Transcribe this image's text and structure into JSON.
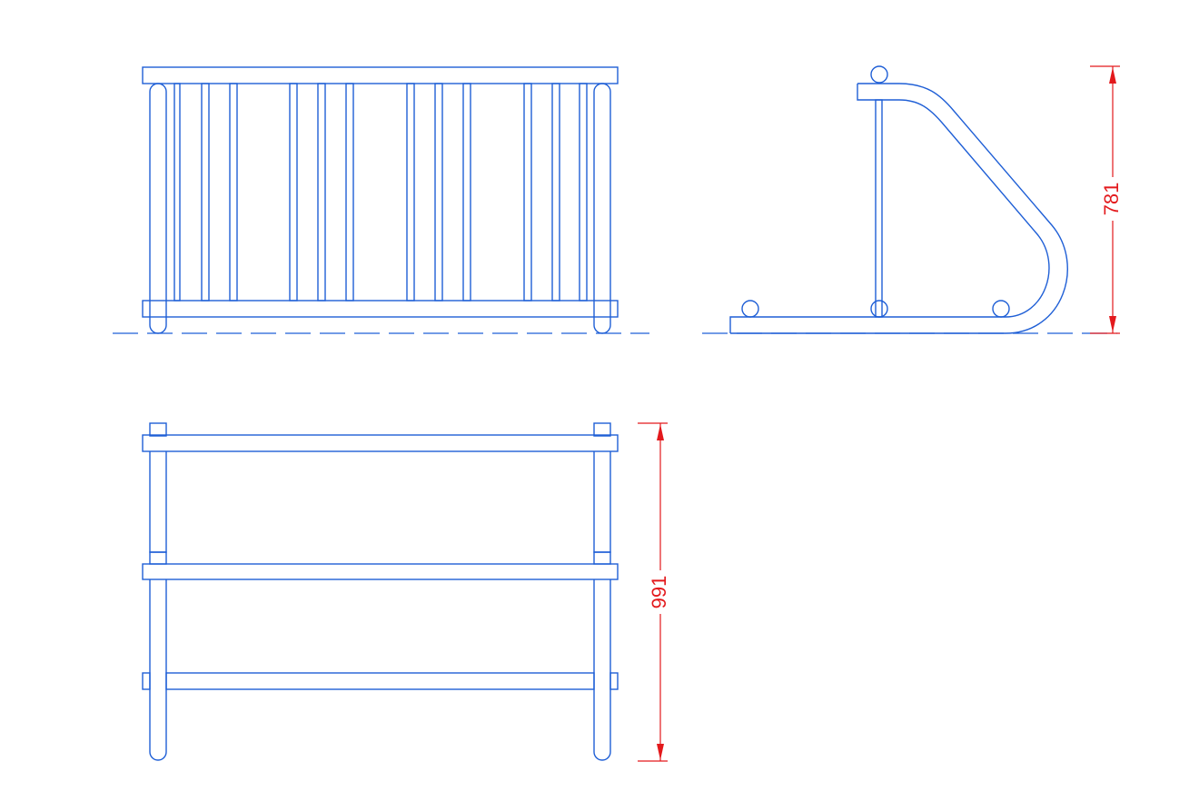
{
  "drawing": {
    "colors": {
      "line": "#1f5fd6",
      "dimension": "#e3191c",
      "background": "#ffffff"
    },
    "views": [
      "front-view",
      "side-view",
      "top-view"
    ],
    "dimensions": {
      "height": "781",
      "depth": "991"
    }
  }
}
